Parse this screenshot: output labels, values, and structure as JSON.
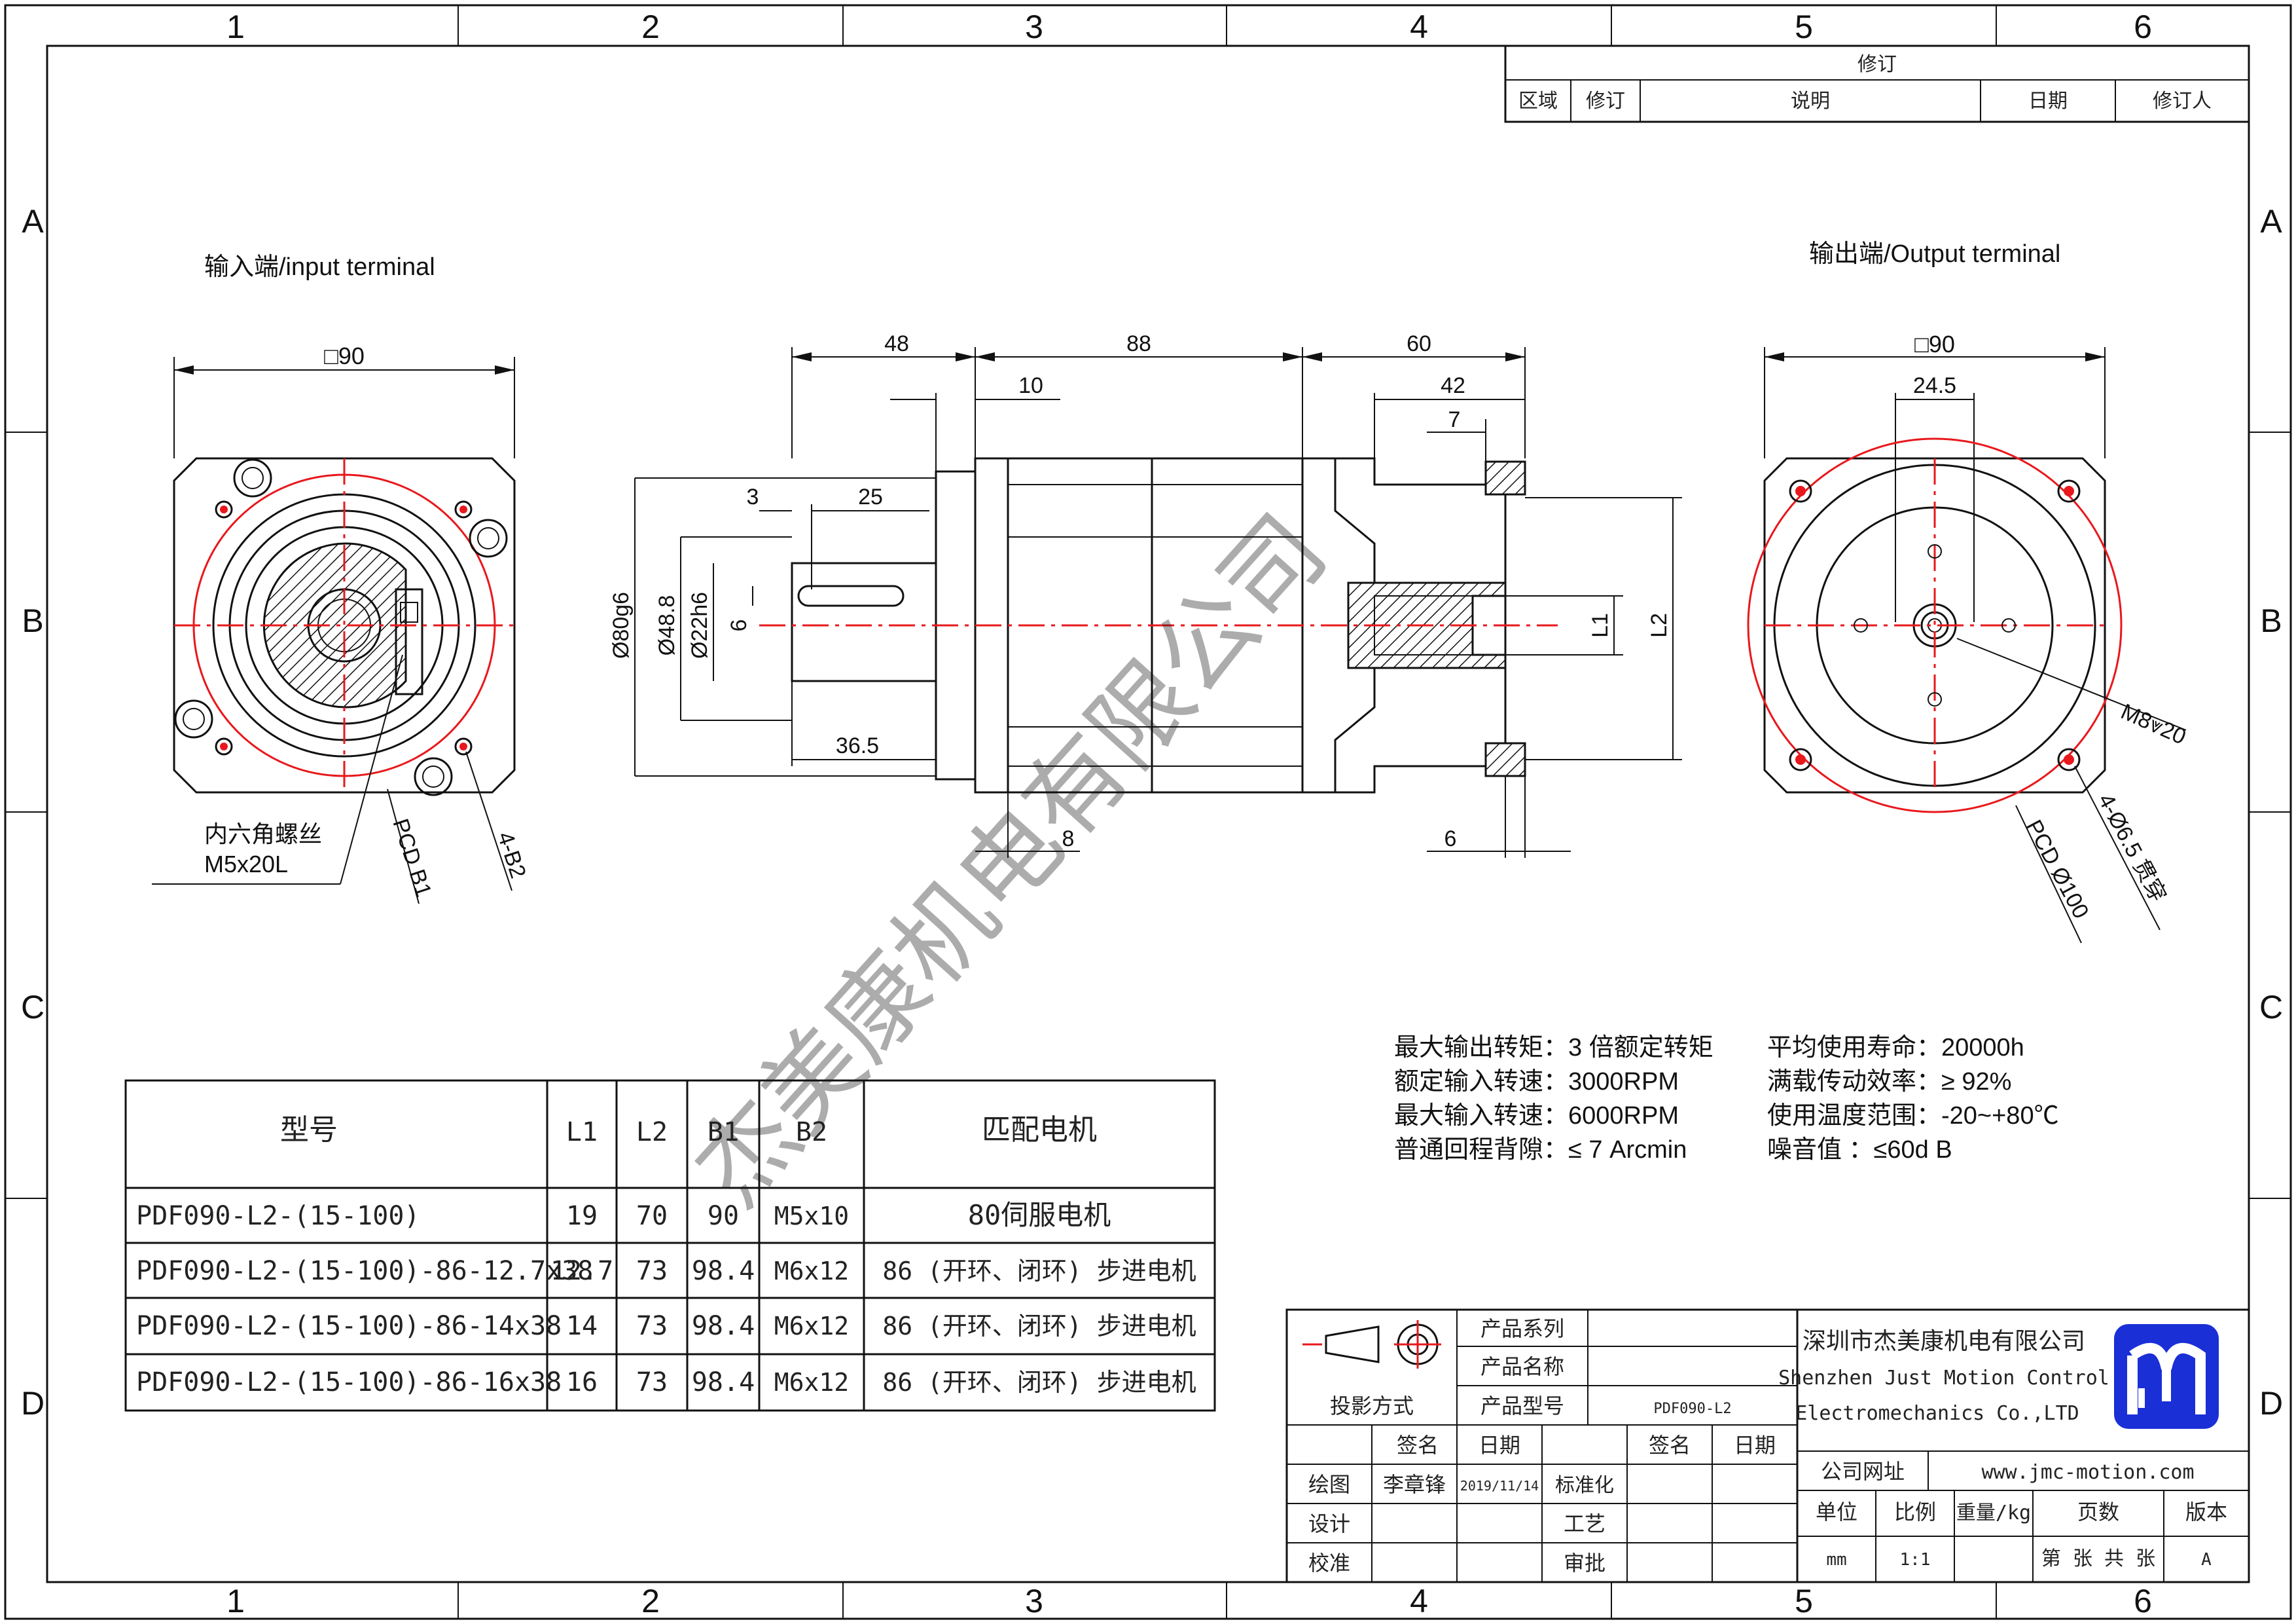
{
  "frame": {
    "columns": [
      "1",
      "2",
      "3",
      "4",
      "5",
      "6"
    ],
    "rows": [
      "A",
      "B",
      "C",
      "D"
    ]
  },
  "revision_block": {
    "title": "修订",
    "headers": [
      "区域",
      "修订",
      "说明",
      "日期",
      "修订人"
    ]
  },
  "views": {
    "input_label": "输入端/input terminal",
    "output_label": "输出端/Output terminal",
    "input_square": "□90",
    "output_square": "□90",
    "screw_label_1": "内六角螺丝",
    "screw_label_2": "M5x20L",
    "pcd_b1": "PCD B1",
    "holes_b2": "4-B2",
    "output_key": "24.5",
    "output_thread": "M8⩔20",
    "output_holes": "4-Ø6.5 贯穿",
    "output_pcd": "PCD Ø100"
  },
  "side_dims": {
    "d48": "48",
    "d88": "88",
    "d60": "60",
    "d10": "10",
    "d42": "42",
    "d7": "7",
    "d3": "3",
    "d25": "25",
    "d36_5": "36.5",
    "d8": "8",
    "d6": "6",
    "dia80": "Ø80g6",
    "dia48": "Ø48.8",
    "dia22": "Ø22h6",
    "d6v": "6",
    "L1": "L1",
    "L2": "L2"
  },
  "specs_left": [
    "最大输出转矩：3 倍额定转矩",
    "额定输入转速：3000RPM",
    "最大输入转速：6000RPM",
    "普通回程背隙：≤ 7 Arcmin"
  ],
  "specs_right": [
    "平均使用寿命：20000h",
    "满载传动效率：≥   92%",
    "使用温度范围：-20~+80℃",
    "噪音值          ：≤60d B"
  ],
  "model_table": {
    "headers": [
      "型号",
      "L1",
      "L2",
      "B1",
      "B2",
      "匹配电机"
    ],
    "rows": [
      [
        "PDF090-L2-(15-100)",
        "19",
        "70",
        "90",
        "M5x10",
        "80伺服电机"
      ],
      [
        "PDF090-L2-(15-100)-86-12.7x38",
        "12.7",
        "73",
        "98.4",
        "M6x12",
        "86 (开环、闭环) 步进电机"
      ],
      [
        "PDF090-L2-(15-100)-86-14x38",
        "14",
        "73",
        "98.4",
        "M6x12",
        "86 (开环、闭环) 步进电机"
      ],
      [
        "PDF090-L2-(15-100)-86-16x38",
        "16",
        "73",
        "98.4",
        "M6x12",
        "86 (开环、闭环) 步进电机"
      ]
    ]
  },
  "title_block": {
    "product_series": "产品系列",
    "product_name": "产品名称",
    "product_model": "产品型号",
    "model_value": "PDF090-L2",
    "projection": "投影方式",
    "sign": "签名",
    "date": "日期",
    "sign2": "签名",
    "date2": "日期",
    "draw": "绘图",
    "drawer": "李章锋",
    "draw_date": "2019/11/14",
    "standard": "标准化",
    "design": "设计",
    "process": "工艺",
    "check": "校准",
    "approve": "审批",
    "company_cn": "深圳市杰美康机电有限公司",
    "company_en1": "Shenzhen Just Motion Control",
    "company_en2": "Electromechanics Co.,LTD",
    "website_label": "公司网址",
    "website": "www.jmc-motion.com",
    "unit": "单位",
    "scale": "比例",
    "weight": "重量/kg",
    "pages": "页数",
    "version": "版本",
    "unit_val": "mm",
    "scale_val": "1:1",
    "pages_val": "第 张 共 张",
    "version_val": "A"
  },
  "watermark": "杰美康机电有限公司",
  "colors": {
    "line": "#111111",
    "center": "#e8181c",
    "logo": "#1a2fd6"
  }
}
